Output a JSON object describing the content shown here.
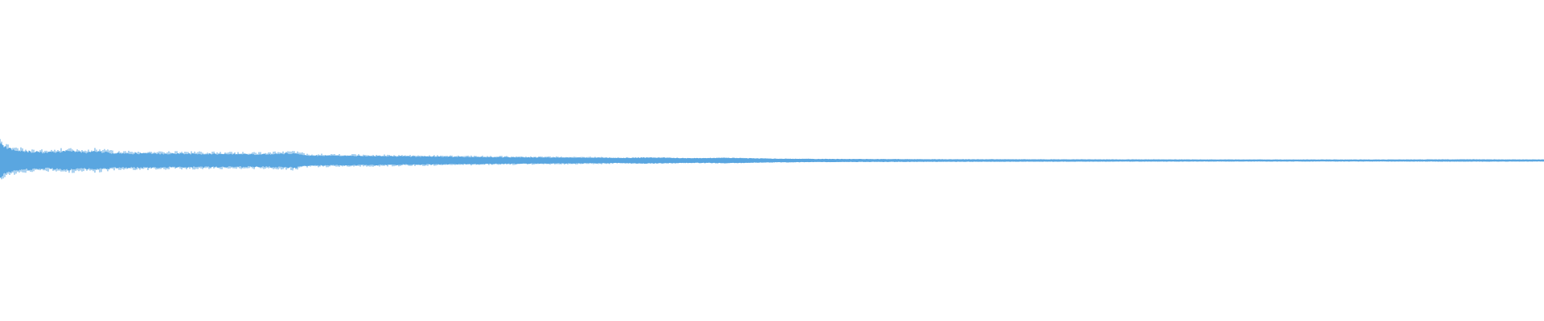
{
  "waveform": {
    "color": "#5aa6e0",
    "background": "#ffffff",
    "envelope": [
      [
        0.0,
        0.115
      ],
      [
        0.004,
        0.09
      ],
      [
        0.01,
        0.07
      ],
      [
        0.02,
        0.06
      ],
      [
        0.03,
        0.055
      ],
      [
        0.045,
        0.065
      ],
      [
        0.055,
        0.055
      ],
      [
        0.062,
        0.063
      ],
      [
        0.075,
        0.05
      ],
      [
        0.1,
        0.048
      ],
      [
        0.14,
        0.045
      ],
      [
        0.17,
        0.043
      ],
      [
        0.19,
        0.05
      ],
      [
        0.2,
        0.035
      ],
      [
        0.25,
        0.03
      ],
      [
        0.3,
        0.025
      ],
      [
        0.35,
        0.021
      ],
      [
        0.4,
        0.018
      ],
      [
        0.42,
        0.021
      ],
      [
        0.45,
        0.016
      ],
      [
        0.47,
        0.019
      ],
      [
        0.5,
        0.013
      ],
      [
        0.53,
        0.011
      ],
      [
        0.6,
        0.009
      ],
      [
        0.7,
        0.008
      ],
      [
        0.8,
        0.007
      ],
      [
        0.9,
        0.007
      ],
      [
        0.95,
        0.008
      ],
      [
        1.0,
        0.007
      ]
    ]
  }
}
